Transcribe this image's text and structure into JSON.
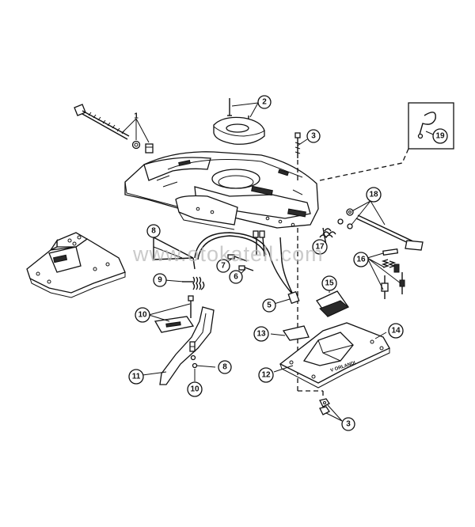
{
  "watermark": "www.otokatell.com",
  "plate_stamp": "V ORLANDI",
  "callouts": {
    "c1": "1",
    "c2": "2",
    "c3a": "3",
    "c3b": "3",
    "c5": "5",
    "c6": "6",
    "c7": "7",
    "c8a": "8",
    "c8b": "8",
    "c9": "9",
    "c10a": "10",
    "c10b": "10",
    "c11": "11",
    "c12": "12",
    "c13": "13",
    "c14": "14",
    "c15": "15",
    "c16": "16",
    "c17": "17",
    "c18": "18",
    "c19": "19"
  },
  "colors": {
    "ink": "#111111",
    "paper": "#ffffff",
    "watermark": "#b9b9b9"
  }
}
